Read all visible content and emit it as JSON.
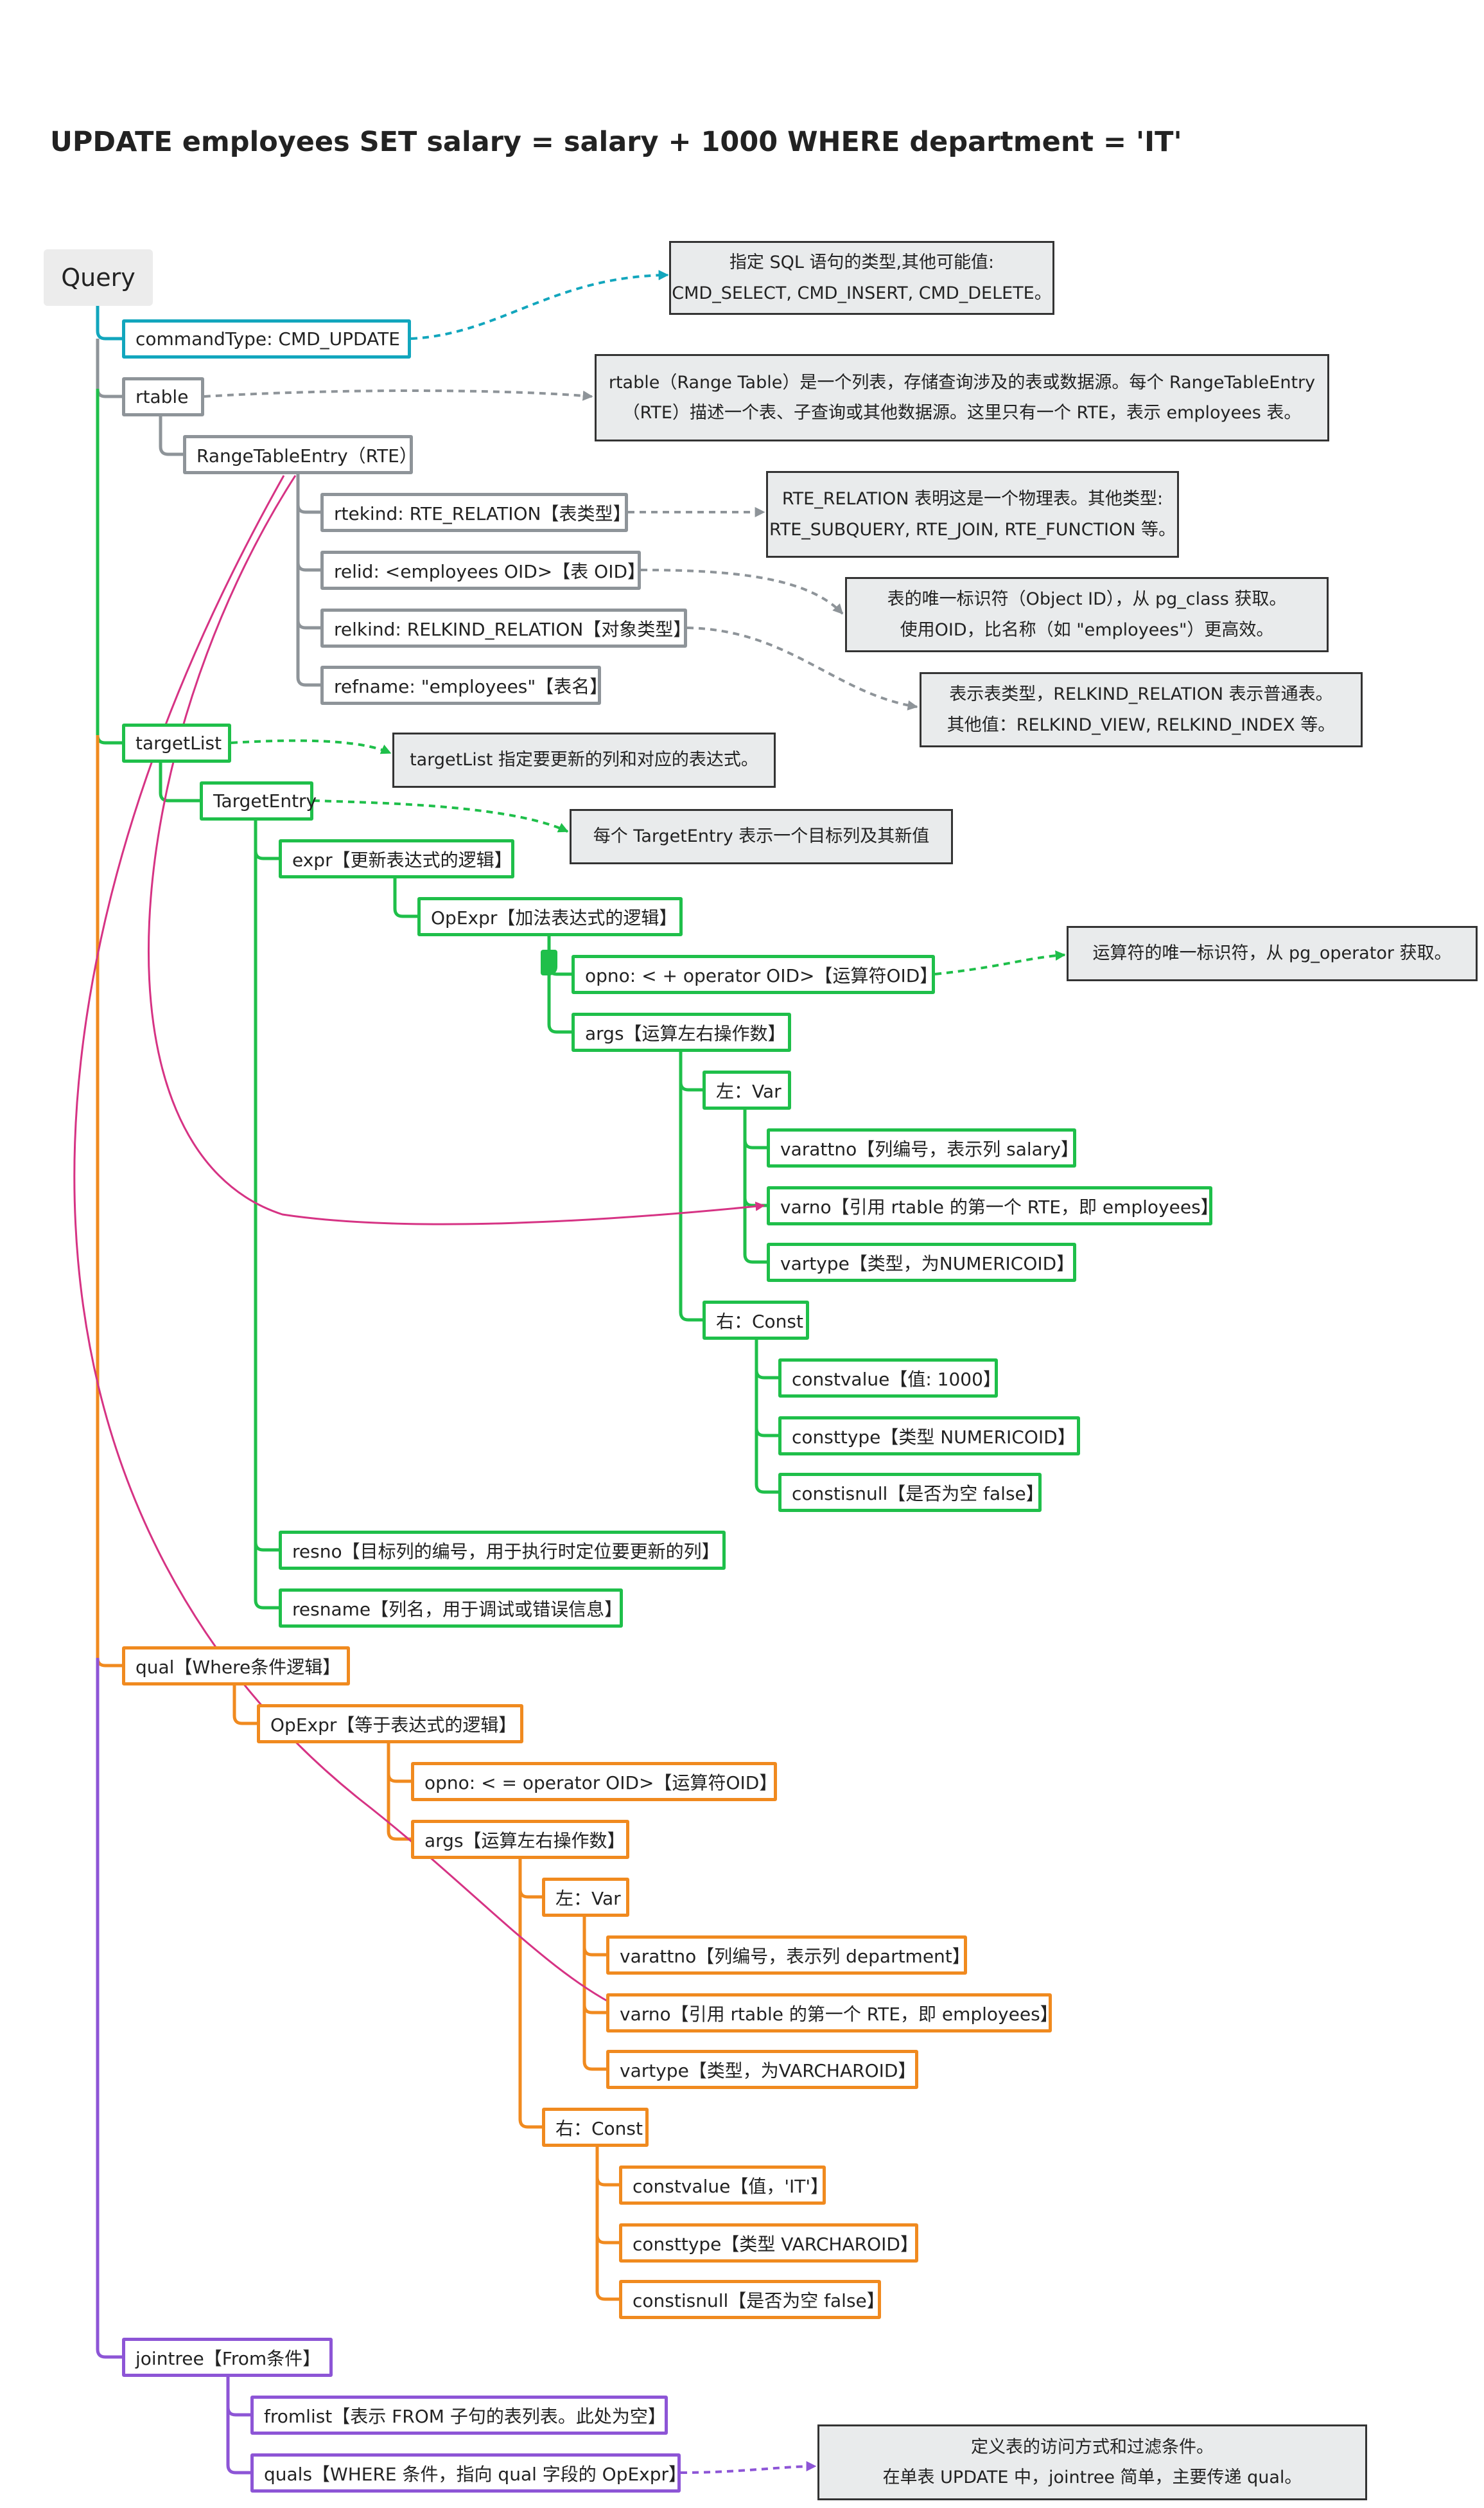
{
  "title": "UPDATE employees SET salary = salary + 1000 WHERE department = 'IT'",
  "colors": {
    "teal": "#12a6bd",
    "gray": "#8e9499",
    "green": "#1fbf4a",
    "orange": "#f08a1f",
    "purple": "#8d55d6",
    "magenta": "#d63384"
  },
  "tree": {
    "root": "Query",
    "command_type": "commandType: CMD_UPDATE",
    "rtable": {
      "label": "rtable",
      "rte": "RangeTableEntry（RTE）",
      "rtekind": "rtekind: RTE_RELATION【表类型】",
      "relid": "relid: <employees OID>【表 OID】",
      "relkind": "relkind: RELKIND_RELATION【对象类型】",
      "refname": "refname: \"employees\"【表名】"
    },
    "target_list": {
      "label": "targetList",
      "entry": "TargetEntry",
      "expr": "expr【更新表达式的逻辑】",
      "opexpr": "OpExpr【加法表达式的逻辑】",
      "opno": "opno: < + operator OID>【运算符OID】",
      "args": "args【运算左右操作数】",
      "left": "左：Var",
      "varattno": "varattno【列编号，表示列 salary】",
      "varno": "varno【引用 rtable 的第一个 RTE，即 employees】",
      "vartype": "vartype【类型，为NUMERICOID】",
      "right": "右：Const",
      "constvalue": "constvalue【值: 1000】",
      "consttype": "consttype【类型 NUMERICOID】",
      "constisnull": "constisnull【是否为空 false】",
      "resno": "resno【目标列的编号，用于执行时定位要更新的列】",
      "resname": "resname【列名，用于调试或错误信息】"
    },
    "qual": {
      "label": "qual【Where条件逻辑】",
      "opexpr": "OpExpr【等于表达式的逻辑】",
      "opno": "opno: < = operator OID>【运算符OID】",
      "args": "args【运算左右操作数】",
      "left": "左：Var",
      "varattno": "varattno【列编号，表示列 department】",
      "varno": "varno【引用 rtable 的第一个 RTE，即 employees】",
      "vartype": "vartype【类型，为VARCHAROID】",
      "right": "右：Const",
      "constvalue": "constvalue【值，'IT'】",
      "consttype": "consttype【类型 VARCHAROID】",
      "constisnull": "constisnull【是否为空 false】"
    },
    "jointree": {
      "label": "jointree【From条件】",
      "fromlist": "fromlist【表示 FROM 子句的表列表。此处为空】",
      "quals": "quals【WHERE 条件，指向 qual 字段的 OpExpr】"
    }
  },
  "notes": {
    "command_type": [
      "指定 SQL 语句的类型,其他可能值:",
      "CMD_SELECT, CMD_INSERT, CMD_DELETE。"
    ],
    "rtable": [
      "rtable（Range Table）是一个列表，存储查询涉及的表或数据源。每个 RangeTableEntry",
      "（RTE）描述一个表、子查询或其他数据源。这里只有一个 RTE，表示 employees 表。"
    ],
    "rtekind": [
      "RTE_RELATION 表明这是一个物理表。其他类型:",
      "RTE_SUBQUERY, RTE_JOIN, RTE_FUNCTION 等。"
    ],
    "relid": [
      "表的唯一标识符（Object ID），从 pg_class 获取。",
      "使用OID，比名称（如 \"employees\"）更高效。"
    ],
    "relkind": [
      "表示表类型，RELKIND_RELATION 表示普通表。",
      "其他值：RELKIND_VIEW, RELKIND_INDEX 等。"
    ],
    "target_list": [
      "targetList 指定要更新的列和对应的表达式。"
    ],
    "target_entry": [
      "每个 TargetEntry 表示一个目标列及其新值"
    ],
    "opno": [
      "运算符的唯一标识符，从 pg_operator 获取。"
    ],
    "quals": [
      "定义表的访问方式和过滤条件。",
      "在单表 UPDATE 中，jointree 简单，主要传递 qual。"
    ]
  }
}
